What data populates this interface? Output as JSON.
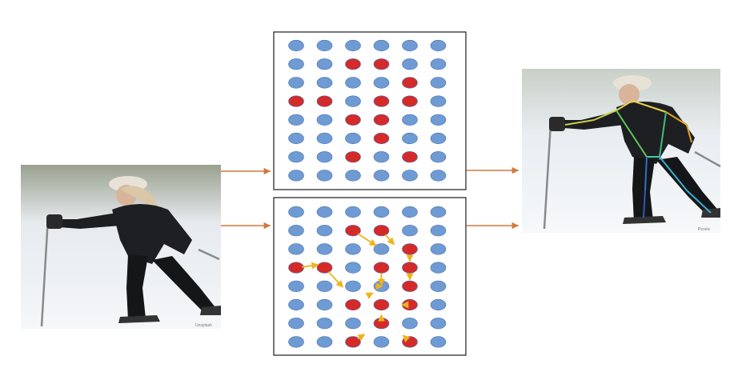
{
  "colors": {
    "node_default": "#6f9bd4",
    "node_active": "#d42a2a",
    "offset_arrow": "#f0b318",
    "connector": "#d07a3c",
    "frame": "#1a1a1a"
  },
  "images": {
    "input": {
      "description": "skier-photo",
      "caption": "Unsplash"
    },
    "output": {
      "description": "skier-photo-with-skeleton",
      "caption": "Pexels"
    }
  },
  "grids": [
    {
      "name": "regular-sampling-grid",
      "rows": 8,
      "cols": 6,
      "active": [
        [
          1,
          2
        ],
        [
          1,
          3
        ],
        [
          2,
          4
        ],
        [
          3,
          0
        ],
        [
          3,
          1
        ],
        [
          3,
          3
        ],
        [
          3,
          4
        ],
        [
          4,
          2
        ],
        [
          4,
          3
        ],
        [
          5,
          3
        ],
        [
          6,
          2
        ],
        [
          6,
          4
        ]
      ]
    },
    {
      "name": "deformable-sampling-grid",
      "rows": 8,
      "cols": 6,
      "active": [
        [
          1,
          2
        ],
        [
          1,
          3
        ],
        [
          2,
          4
        ],
        [
          3,
          0
        ],
        [
          3,
          1
        ],
        [
          3,
          3
        ],
        [
          3,
          4
        ],
        [
          4,
          4
        ],
        [
          5,
          2
        ],
        [
          5,
          3
        ],
        [
          5,
          4
        ],
        [
          6,
          3
        ],
        [
          7,
          2
        ],
        [
          7,
          4
        ]
      ],
      "offsets": [
        [
          [
            1,
            2
          ],
          [
            2,
            3
          ]
        ],
        [
          [
            1,
            3
          ],
          [
            2,
            3.6
          ]
        ],
        [
          [
            2,
            4
          ],
          [
            3,
            4
          ]
        ],
        [
          [
            3,
            4
          ],
          [
            4,
            4
          ]
        ],
        [
          [
            3,
            0
          ],
          [
            2.8,
            1
          ]
        ],
        [
          [
            3,
            1
          ],
          [
            4.3,
            1.8
          ]
        ],
        [
          [
            3,
            3
          ],
          [
            4.3,
            3
          ]
        ],
        [
          [
            4,
            3
          ],
          [
            4,
            2.8
          ]
        ],
        [
          [
            5,
            4
          ],
          [
            5,
            3.5
          ]
        ],
        [
          [
            4.6,
            2.4
          ],
          [
            4.2,
            2.9
          ]
        ],
        [
          [
            6,
            3
          ],
          [
            5.2,
            3
          ]
        ],
        [
          [
            7,
            2
          ],
          [
            6.4,
            2.6
          ]
        ],
        [
          [
            7,
            4
          ],
          [
            6.4,
            3.6
          ]
        ]
      ]
    }
  ]
}
